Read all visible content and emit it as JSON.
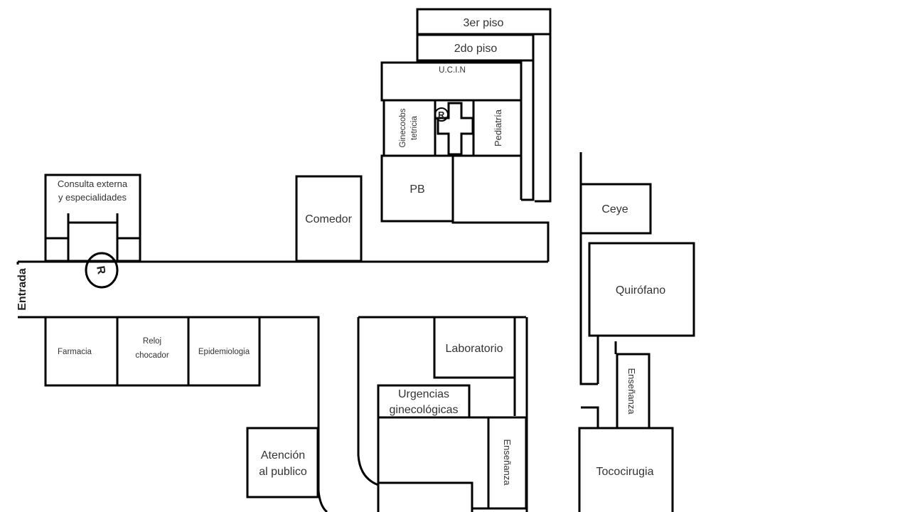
{
  "labels": {
    "tercer_piso": "3er piso",
    "segundo_piso": "2do piso",
    "ucin": "U.C.I.N",
    "ginecoobstetricia_1": "Ginecoobs",
    "ginecoobstetricia_2": "tetricia",
    "pediatria": "Pediatría",
    "pb": "PB",
    "consulta_1": "Consulta externa",
    "consulta_2": "y especialidades",
    "comedor": "Comedor",
    "ceye": "Ceye",
    "quirofano": "Quirófano",
    "entrada": "Entrada",
    "farmacia": "Farmacia",
    "reloj_1": "Reloj",
    "reloj_2": "chocador",
    "epidemiologia": "Epidemiologia",
    "laboratorio": "Laboratorio",
    "urgencias_1": "Urgencias",
    "urgencias_2": "ginecológicas",
    "ensenanza_1": "Enseñanza",
    "ensenanza_2": "Enseñanza",
    "atencion_1": "Atención",
    "atencion_2": "al publico",
    "tococirugia": "Tococirugia",
    "symbol_r": "R"
  }
}
